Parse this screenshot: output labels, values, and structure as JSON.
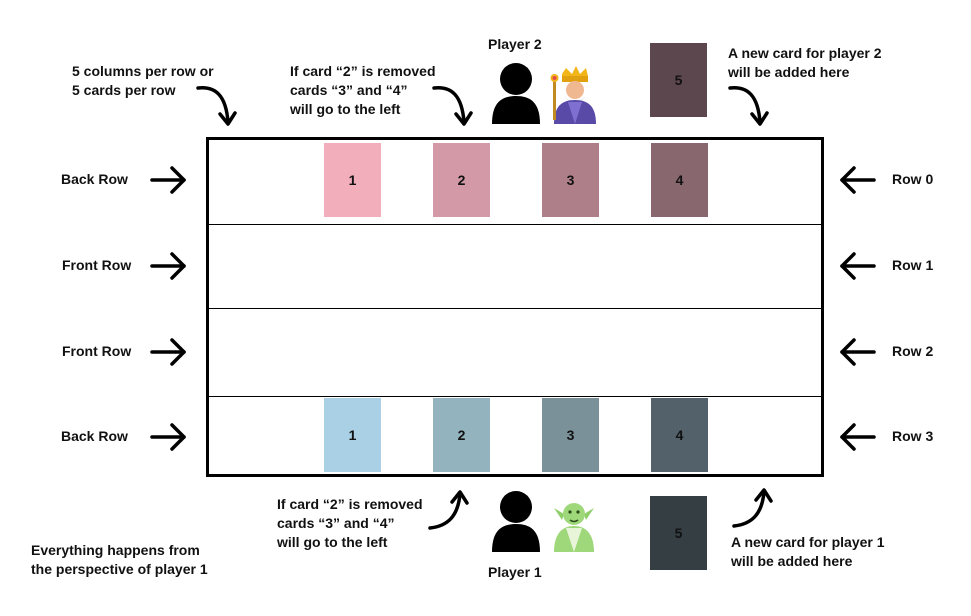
{
  "annotations": {
    "columns_note": "5 columns per row or\n5 cards per row",
    "p2_remove_note": "If card “2” is removed\ncards “3” and “4”\nwill go to the left",
    "p2_new_card_note": "A new card for player 2\nwill be added here",
    "p1_remove_note": "If card “2” is removed\ncards “3” and “4”\nwill go to the left",
    "p1_new_card_note": "A new card for player 1\nwill be added here",
    "perspective_note": "Everything happens from\nthe perspective of player 1"
  },
  "players": {
    "player2": "Player 2",
    "player1": "Player 1"
  },
  "left_labels": [
    "Back Row",
    "Front Row",
    "Front Row",
    "Back Row"
  ],
  "right_labels": [
    "Row 0",
    "Row 1",
    "Row 2",
    "Row 3"
  ],
  "player2_cards": [
    {
      "label": "1",
      "color": "#f2aebb"
    },
    {
      "label": "2",
      "color": "#d499a6"
    },
    {
      "label": "3",
      "color": "#ae7f89"
    },
    {
      "label": "4",
      "color": "#88676e"
    }
  ],
  "player2_new_card": {
    "label": "5",
    "color": "#5d474e"
  },
  "player1_cards": [
    {
      "label": "1",
      "color": "#a9d0e5"
    },
    {
      "label": "2",
      "color": "#93b3be"
    },
    {
      "label": "3",
      "color": "#7b9199"
    },
    {
      "label": "4",
      "color": "#52616a"
    }
  ],
  "player1_new_card": {
    "label": "5",
    "color": "#353f43"
  }
}
